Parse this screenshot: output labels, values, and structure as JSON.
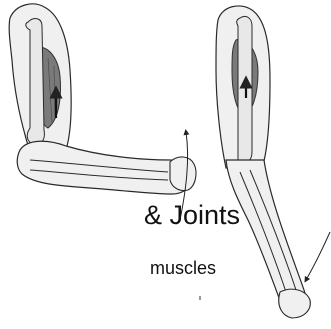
{
  "slide": {
    "title_fragment": "& Joints",
    "subtitle_fragment": "muscles"
  },
  "illustrations": [
    {
      "name": "bent-arm-illustration",
      "description_icon": "flexed-arm-bones-muscles"
    },
    {
      "name": "extended-arm-illustration",
      "description_icon": "extended-arm-bones-muscles"
    }
  ],
  "colors": {
    "skin_fill": "#f0f0f0",
    "outline": "#2a2a2a",
    "muscle": "#6f6f6f",
    "background": "#ffffff",
    "text": "#111111"
  }
}
